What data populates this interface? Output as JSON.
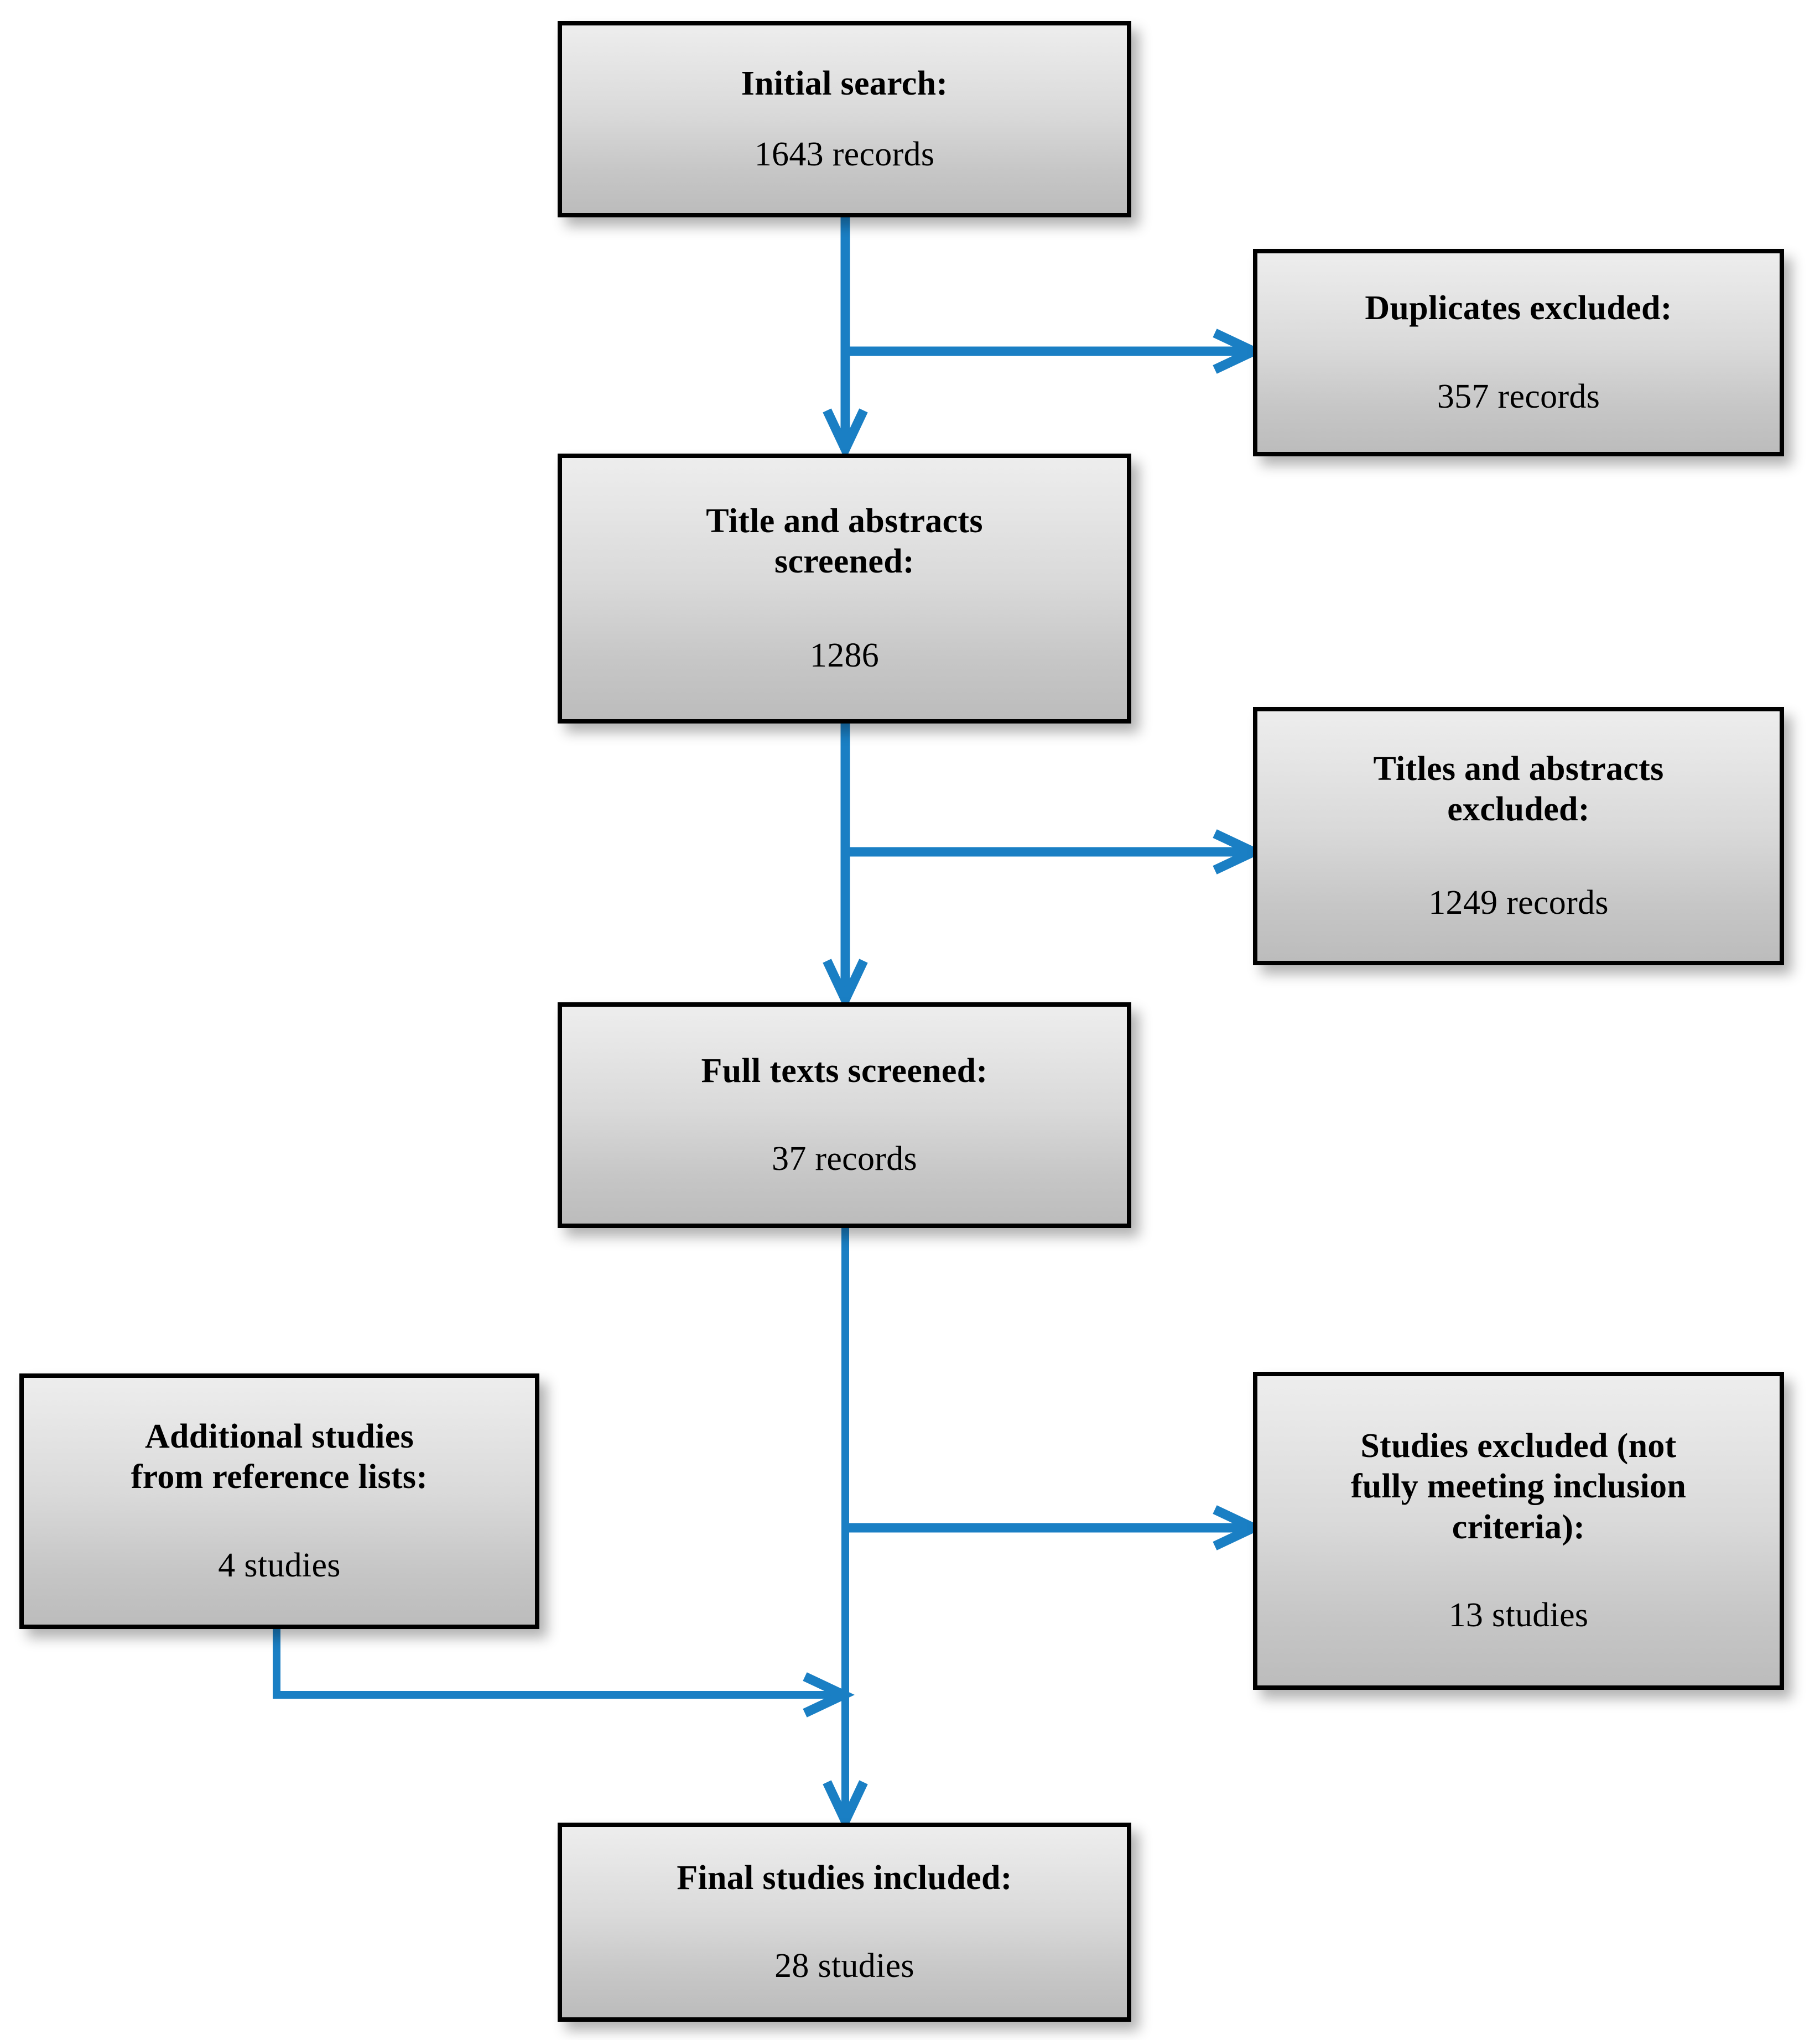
{
  "diagram": {
    "type": "prisma-study-selection-flowchart",
    "accent_color": "#1a7fc4",
    "box_border_color": "#000000",
    "box_fill_top": "#ededed",
    "box_fill_bottom": "#bcbcbc"
  },
  "nodes": {
    "initial_search": {
      "title": "Initial search:",
      "value": "1643 records"
    },
    "duplicates_excluded": {
      "title": "Duplicates excluded:",
      "value": "357 records"
    },
    "titles_abstracts_screened": {
      "title": "Title and abstracts\nscreened:",
      "title_line1": "Title and abstracts",
      "title_line2": "screened:",
      "value": "1286"
    },
    "titles_abstracts_excluded": {
      "title_line1": "Titles and abstracts",
      "title_line2": "excluded:",
      "value": "1249 records"
    },
    "full_texts_screened": {
      "title": "Full texts screened:",
      "value": "37 records"
    },
    "additional_studies": {
      "title_line1": "Additional studies",
      "title_line2": "from reference lists:",
      "value": "4 studies"
    },
    "studies_excluded": {
      "title_line1": "Studies excluded (not",
      "title_line2": "fully meeting inclusion",
      "title_line3": "criteria):",
      "value": "13 studies"
    },
    "final_studies_included": {
      "title": "Final studies included:",
      "value": "28 studies"
    }
  },
  "connectors": [
    {
      "name": "initial-to-screened",
      "from": "initial_search",
      "to": "titles_abstracts_screened",
      "direction": "down"
    },
    {
      "name": "initial-to-duplicates",
      "from": "initial_search",
      "to": "duplicates_excluded",
      "direction": "right"
    },
    {
      "name": "screened-to-fulltexts",
      "from": "titles_abstracts_screened",
      "to": "full_texts_screened",
      "direction": "down"
    },
    {
      "name": "screened-to-excluded",
      "from": "titles_abstracts_screened",
      "to": "titles_abstracts_excluded",
      "direction": "right"
    },
    {
      "name": "fulltexts-to-final",
      "from": "full_texts_screened",
      "to": "final_studies_included",
      "direction": "down"
    },
    {
      "name": "fulltexts-to-studies-excluded",
      "from": "full_texts_screened",
      "to": "studies_excluded",
      "direction": "right"
    },
    {
      "name": "additional-to-final",
      "from": "additional_studies",
      "to": "final_studies_included",
      "direction": "down-right"
    }
  ]
}
